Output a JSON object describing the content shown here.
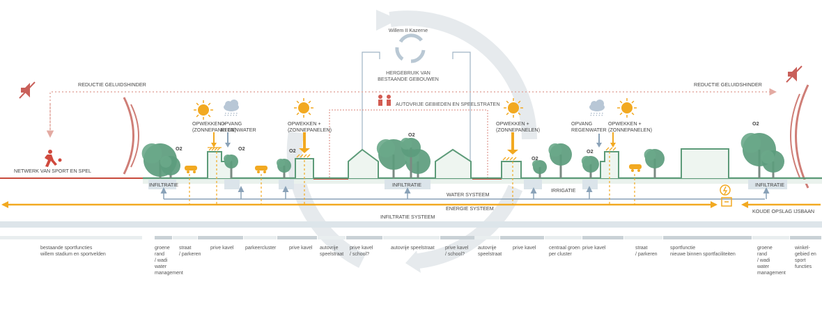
{
  "colors": {
    "orange": "#f2a921",
    "green": "#5d9b79",
    "tree": "#5c9c7d",
    "pink": "#d68e86",
    "red": "#c0504d",
    "blue_gray": "#8aa2b8",
    "light_gray": "#e9eeef",
    "arrow_gray": "#e6eaed"
  },
  "icons": [
    "mute-speaker-icon",
    "running-person-icon",
    "sun-icon",
    "rain-cloud-icon",
    "car-icon",
    "tree-icon",
    "building-icon",
    "children-icon",
    "battery-charging-icon",
    "recycle-arrows-icon"
  ],
  "top": {
    "kazerne": "Willem II Kazerne",
    "hergebruik": "HERGEBRUIK VAN\nBESTAANDE GEBOUWEN",
    "autovrij": "AUTOVRIJE GEBIEDEN EN SPEELSTRATEN"
  },
  "noise": {
    "left": "REDUCTIE GELUIDSHINDER",
    "right": "REDUCTIE GELUIDSHINDER"
  },
  "netwerk": "NETWERK VAN SPORT EN SPEL",
  "callouts": {
    "opwekken": "OPWEKKEN +\n(ZONNEPANELEN)",
    "opvang": "OPVANG\nREGENWATER"
  },
  "infiltratie": "INFILTRATIE",
  "irrigatie": "IRRIGATIE",
  "o2": "O2",
  "systems": {
    "water": "WATER SYSTEEM",
    "energie": "ENERGIE SYSTEEM",
    "infiltratie": "INFILTRATIE SYSTEEM",
    "koude": "KOUDE OPSLAG IJSBAAN"
  },
  "zones": [
    {
      "label": "bestaande sportfuncties\nwillem stadium en sportvelden"
    },
    {
      "label": "groene\nrand\n/ wadi\nwater\nmanagement"
    },
    {
      "label": "straat\n/ parkeren"
    },
    {
      "label": "prive kavel"
    },
    {
      "label": "parkeercluster"
    },
    {
      "label": "prive kavel"
    },
    {
      "label": "autovrije\nspeelstraat"
    },
    {
      "label": "prive kavel\n/ school?"
    },
    {
      "label": "autovrije speelstraat"
    },
    {
      "label": "prive kavel\n/ school?"
    },
    {
      "label": "autovrije\nspeelstraat"
    },
    {
      "label": "prive kavel"
    },
    {
      "label": "centraal groen\nper cluster"
    },
    {
      "label": "prive kavel"
    },
    {
      "label": "straat\n/ parkeren"
    },
    {
      "label": "sportfunctie\nnieuwe binnen sportfaciliteiten"
    },
    {
      "label": "groene\nrand\n/ wadi\nwater\nmanagement"
    },
    {
      "label": "winkel-\ngebied en\nsport\nfuncties"
    }
  ]
}
